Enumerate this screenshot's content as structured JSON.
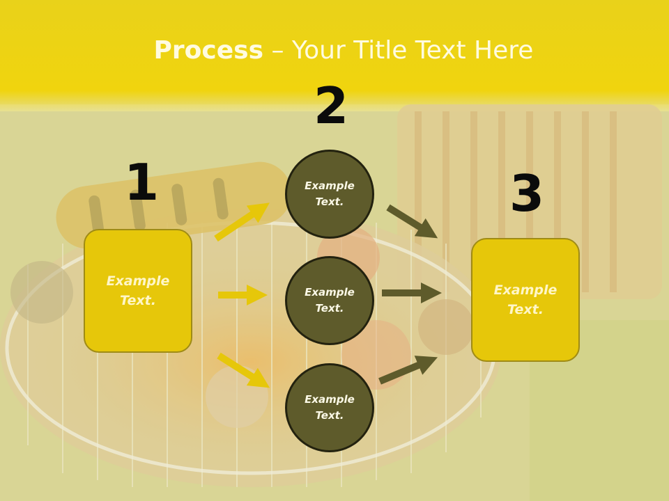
{
  "title": {
    "bold": "Process",
    "rest": " – Your Title Text Here"
  },
  "steps": [
    "1",
    "2",
    "3"
  ],
  "left_box": {
    "label": "Example\nText."
  },
  "right_box": {
    "label": "Example\nText."
  },
  "circles": [
    {
      "label": "Example\nText."
    },
    {
      "label": "Example\nText."
    },
    {
      "label": "Example\nText."
    }
  ],
  "colors": {
    "accent_yellow": "#e6c70a",
    "arrow_yellow": "#e6c70a",
    "circle_fill": "#5e5b2b",
    "arrow_olive": "#5e5b2b"
  }
}
